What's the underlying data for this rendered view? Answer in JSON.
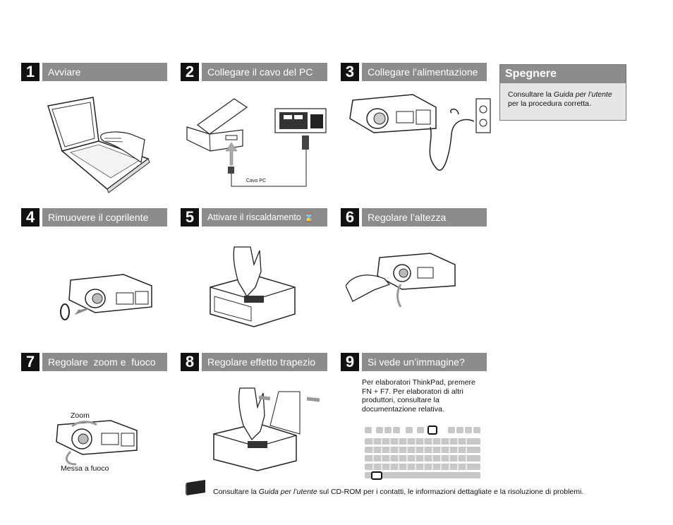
{
  "steps": [
    {
      "num": "1",
      "label": "Avviare"
    },
    {
      "num": "2",
      "label": "Collegare il cavo del PC",
      "cable_label": "Cavo PC"
    },
    {
      "num": "3",
      "label": "Collegare l’alimentazione"
    },
    {
      "num": "4",
      "label": "Rimuovere il coprilente"
    },
    {
      "num": "5",
      "label": "Attivare il riscaldamento",
      "icon": "hourglass-icon"
    },
    {
      "num": "6",
      "label": "Regolare l’altezza"
    },
    {
      "num": "7",
      "label": "Regolare  zoom e  fuoco",
      "zoom_label": "Zoom",
      "focus_label": "Messa a fuoco"
    },
    {
      "num": "8",
      "label": "Regolare effetto trapezio"
    },
    {
      "num": "9",
      "label": "Si vede un’immagine?",
      "text": "Per elaboratori ThinkPad, premere FN + F7. Per elaboratori di altri produttori, consultare la documentazione relativa."
    }
  ],
  "shutdown": {
    "title": "Spegnere",
    "text_before": "Consultare la ",
    "text_italic": "Guida per l’utente",
    "text_after": "per la procedura corretta."
  },
  "footer": {
    "text_before": "Consultare la ",
    "text_italic": "Guida per l’utente",
    "text_after": " sul CD-ROM per i contatti, le informazioni dettagliate e la risoluzione di problemi.",
    "icon": "book-icon"
  },
  "colors": {
    "header_bar": "#8c8c8c",
    "step_number_bg": "#111111",
    "shutdown_bg": "#e6e6e6"
  }
}
